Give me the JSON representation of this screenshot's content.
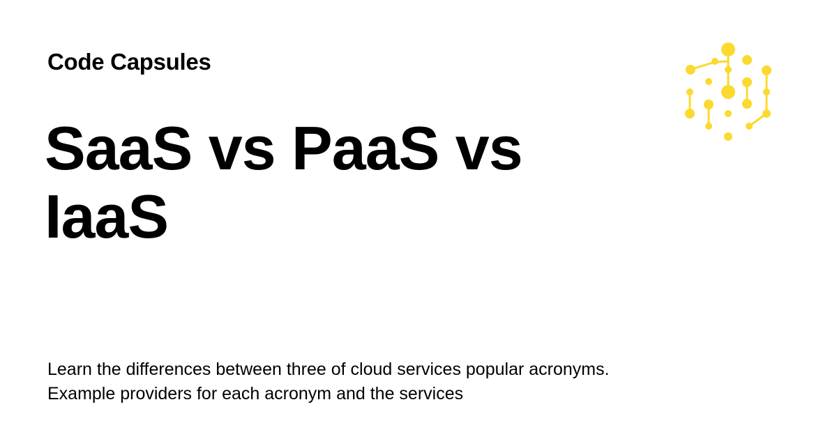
{
  "brand": {
    "name": "Code Capsules",
    "logo_icon": "capsule-network-logo-icon",
    "accent_color": "#fcd92e"
  },
  "article": {
    "title": "SaaS vs PaaS vs IaaS",
    "description": "Learn the differences between three of cloud services popular acronyms. Example providers for each acronym and the services"
  }
}
